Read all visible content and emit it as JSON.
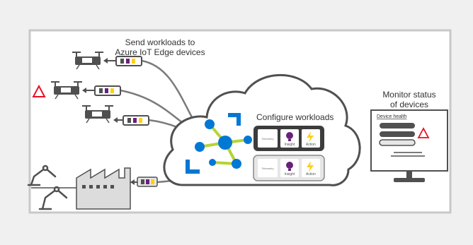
{
  "diagram": {
    "send_workloads_line1": "Send workloads to",
    "send_workloads_line2": "Azure IoT Edge devices",
    "configure_workloads": "Configure workloads",
    "monitor_line1": "Monitor status",
    "monitor_line2": "of devices",
    "device_health": "Device health",
    "module_telemetry": "Telemetry",
    "module_insight": "Insight",
    "module_action": "Action"
  },
  "colors": {
    "page_bg": "#f0f0f0",
    "frame_border": "#c8c8c8",
    "cloud_fill": "#ffffff",
    "azure_blue": "#0078d4",
    "lime": "#b5d433",
    "warning_red": "#e81123",
    "insight_purple": "#68217a",
    "action_yellow": "#fcd116",
    "wire_gray": "#7a7a7a",
    "dark_gray": "#505050",
    "module_box_dark": "#3c3c3c",
    "module_box_light": "#e6e6e6",
    "factory_gray": "#dcdcdc"
  },
  "icons": [
    "drone-icon",
    "warning-triangle-icon",
    "factory-icon",
    "robot-arm-icon",
    "lightbulb-icon",
    "lightning-icon",
    "monitor-icon",
    "module-package-icon",
    "network-graph-icon"
  ]
}
